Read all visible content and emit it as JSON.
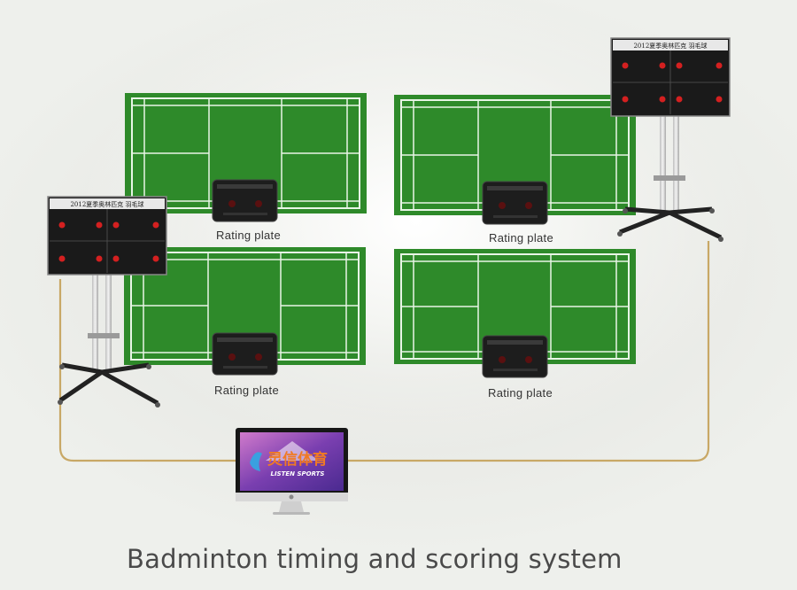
{
  "caption": "Badminton timing and scoring system",
  "plate_label": "Rating plate",
  "courts": [
    {
      "id": "court-1",
      "plate_label": "Rating plate"
    },
    {
      "id": "court-2",
      "plate_label": "Rating plate"
    },
    {
      "id": "court-3",
      "plate_label": "Rating plate"
    },
    {
      "id": "court-4",
      "plate_label": "Rating plate"
    }
  ],
  "scoreboards": [
    {
      "id": "scoreboard-left",
      "title": "2012夏季奥林匹克 羽毛球"
    },
    {
      "id": "scoreboard-right",
      "title": "2012夏季奥林匹克 羽毛球"
    }
  ],
  "monitor": {
    "logo_text": "灵信体育",
    "logo_subtext": "LISTEN SPORTS"
  },
  "colors": {
    "court_green": "#2e8a2a",
    "court_lines": "#e8f5e6",
    "cable": "#c8a866",
    "scoreboard_bg": "#1a1a1a",
    "digit_red": "#d42020",
    "monitor_screen": "#7a3fb0",
    "logo_orange": "#f07a24"
  }
}
